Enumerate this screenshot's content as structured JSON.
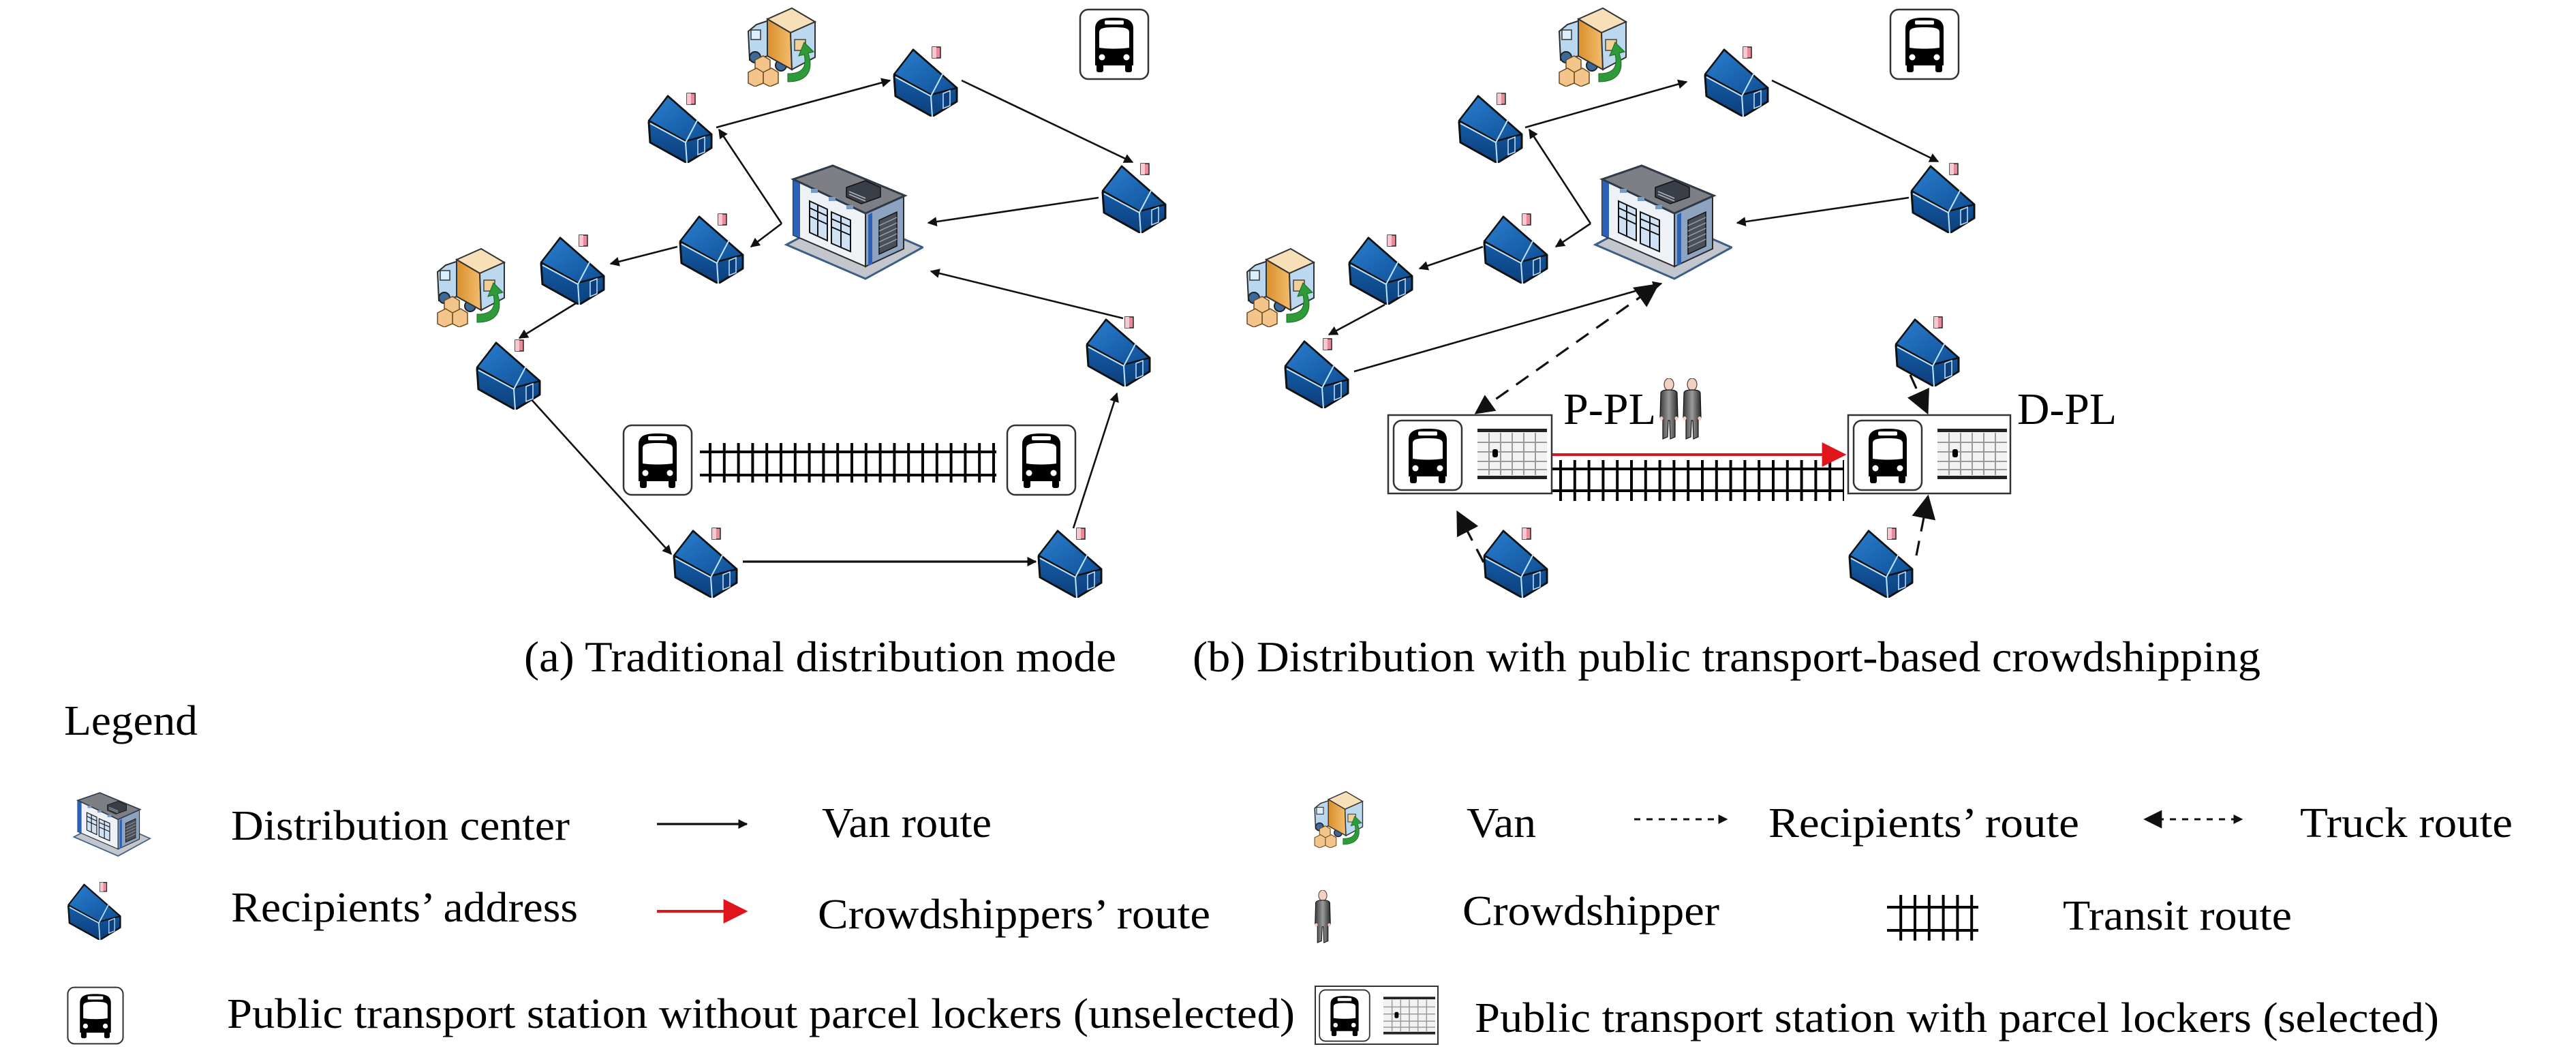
{
  "figure": {
    "panel_a": {
      "caption": "(a) Traditional distribution mode",
      "node_counts": {
        "recipients_addresses": 9,
        "vans": 2,
        "distribution_centers": 1,
        "stations_unselected": 3
      }
    },
    "panel_b": {
      "caption": "(b) Distribution with public transport-based crowdshipping",
      "pickup_station_label": "P-PL",
      "delivery_station_label": "D-PL",
      "node_counts": {
        "recipients_addresses": 9,
        "vans": 2,
        "distribution_centers": 1,
        "stations_unselected": 1,
        "stations_selected": 2,
        "crowdshippers": 2
      }
    }
  },
  "legend": {
    "title": "Legend",
    "items": [
      {
        "icon": "distribution-center-icon",
        "label": "Distribution center"
      },
      {
        "icon": "van-route-arrow-icon",
        "label": "Van route"
      },
      {
        "icon": "van-icon",
        "label": "Van"
      },
      {
        "icon": "recipients-route-arrow-icon",
        "label": "Recipients’ route"
      },
      {
        "icon": "truck-route-arrow-icon",
        "label": "Truck route"
      },
      {
        "icon": "house-icon",
        "label": "Recipients’ address"
      },
      {
        "icon": "crowdshippers-route-arrow-icon",
        "label": "Crowdshippers’ route"
      },
      {
        "icon": "crowdshipper-icon",
        "label": "Crowdshipper"
      },
      {
        "icon": "transit-track-icon",
        "label": "Transit route"
      },
      {
        "icon": "bus-stop-icon",
        "label": "Public transport station without parcel lockers (unselected)"
      },
      {
        "icon": "bus-stop-with-locker-icon",
        "label": "Public transport station with parcel lockers (selected)"
      }
    ]
  },
  "colors": {
    "house_blue": "#1565b0",
    "route_black": "#111111",
    "crowdshipper_route_red": "#e0141b",
    "van_orange": "#e0a040",
    "van_arrow_green": "#2e9a3a"
  }
}
